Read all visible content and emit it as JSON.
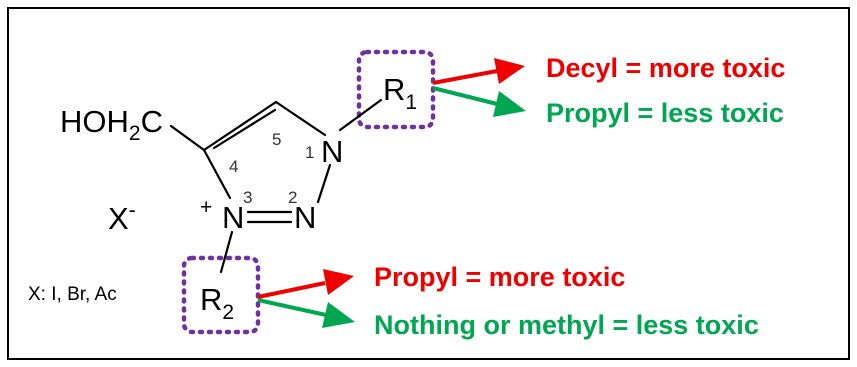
{
  "colors": {
    "more_toxic": "#ee0000",
    "less_toxic": "#00a651",
    "substituent_box": "#7030a0",
    "frame": "#000000"
  },
  "structure": {
    "hydroxymethyl": {
      "main": "HOH",
      "sub": "2",
      "tail": "C"
    },
    "n1": "N",
    "n2": "N",
    "n3": "N",
    "n3_charge": "+",
    "ring_numbers": {
      "n1": "1",
      "n2": "2",
      "n3": "3",
      "c4": "4",
      "c5": "5"
    },
    "r1": {
      "main": "R",
      "sub": "1"
    },
    "r2": {
      "main": "R",
      "sub": "2"
    },
    "counterion": {
      "main": "X",
      "charge": "-"
    },
    "counterion_note": "X: I, Br, Ac"
  },
  "annotations": {
    "r1_more_toxic": "Decyl = more toxic",
    "r1_less_toxic": "Propyl = less toxic",
    "r2_more_toxic": "Propyl = more toxic",
    "r2_less_toxic": "Nothing or methyl = less toxic"
  }
}
